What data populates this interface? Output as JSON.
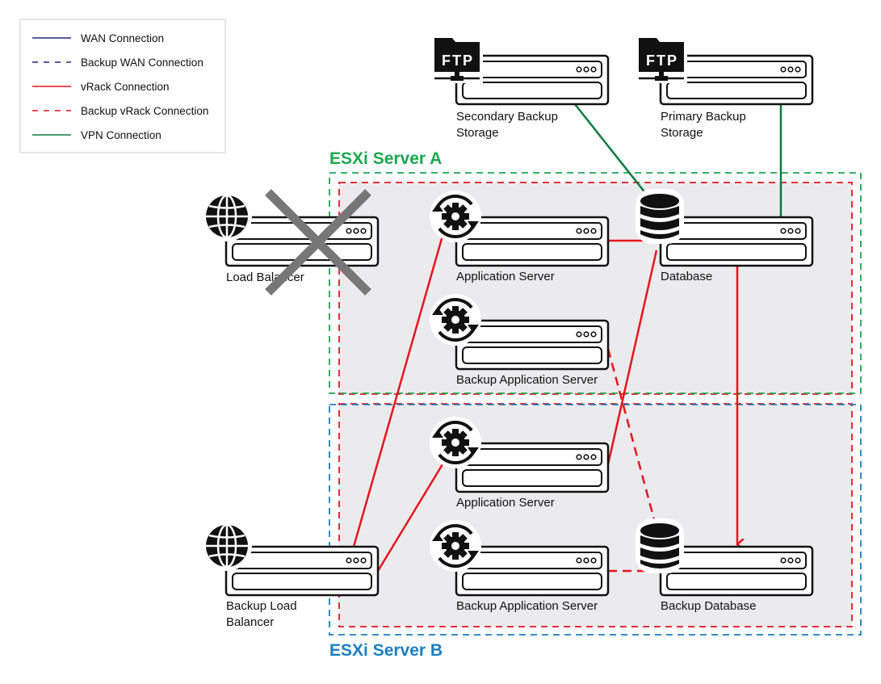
{
  "legend": {
    "items": [
      {
        "label": "WAN Connection",
        "color": "#1f2a7a",
        "style": "solid"
      },
      {
        "label": "Backup WAN Connection",
        "color": "#1f2a7a",
        "style": "dashed"
      },
      {
        "label": "vRack Connection",
        "color": "#e8141e",
        "style": "solid"
      },
      {
        "label": "Backup vRack Connection",
        "color": "#e8141e",
        "style": "dashed"
      },
      {
        "label": "VPN Connection",
        "color": "#0b7a3e",
        "style": "solid"
      }
    ]
  },
  "zones": {
    "a": {
      "label": "ESXi Server A",
      "color": "#1aa84f"
    },
    "b": {
      "label": "ESXi Server B",
      "color": "#1a7fc1"
    }
  },
  "nodes": {
    "secondary_backup": {
      "line1": "Secondary Backup",
      "line2": "Storage",
      "icon": "ftp-icon",
      "icon_text": "FTP"
    },
    "primary_backup": {
      "line1": "Primary Backup",
      "line2": "Storage",
      "icon": "ftp-icon",
      "icon_text": "FTP"
    },
    "load_balancer": {
      "line1": "Load Balancer",
      "icon": "globe-icon",
      "status": "failed"
    },
    "app_a": {
      "line1": "Application Server",
      "icon": "gear-sync-icon"
    },
    "database_a": {
      "line1": "Database",
      "icon": "database-icon"
    },
    "backup_app_a": {
      "line1": "Backup Application Server",
      "icon": "gear-sync-icon"
    },
    "app_b": {
      "line1": "Application Server",
      "icon": "gear-sync-icon"
    },
    "backup_app_b": {
      "line1": "Backup Application Server",
      "icon": "gear-sync-icon"
    },
    "backup_lb": {
      "line1": "Backup Load",
      "line2": "Balancer",
      "icon": "globe-icon"
    },
    "backup_db": {
      "line1": "Backup Database",
      "icon": "database-icon"
    }
  }
}
